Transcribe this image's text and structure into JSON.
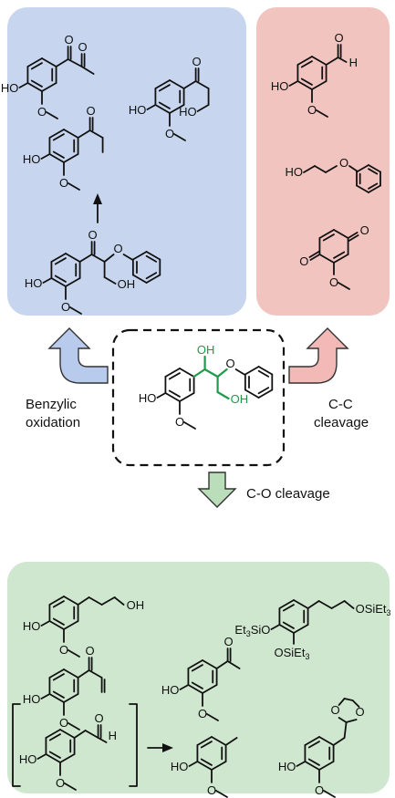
{
  "colors": {
    "oxidation_panel": "#c7d6ee",
    "cc_panel": "#f2c4c0",
    "co_panel": "#cfe7cf",
    "lignin_model_highlight": "#1e9a4a",
    "arrow_blue": "#b9cbec",
    "arrow_pink": "#f3b9b6",
    "arrow_green": "#b9deb9"
  },
  "labels": {
    "benzylic_line1": "Benzylic",
    "benzylic_line2": "oxidation",
    "cc_line1": "C-C",
    "cc_line2": "cleavage",
    "co_cleavage": "C-O cleavage"
  },
  "atoms": {
    "HO": "HO",
    "OH": "OH",
    "O": "O",
    "H": "H",
    "Et3SiO": "Et3SiO",
    "OSiEt3": "OSiEt3"
  }
}
